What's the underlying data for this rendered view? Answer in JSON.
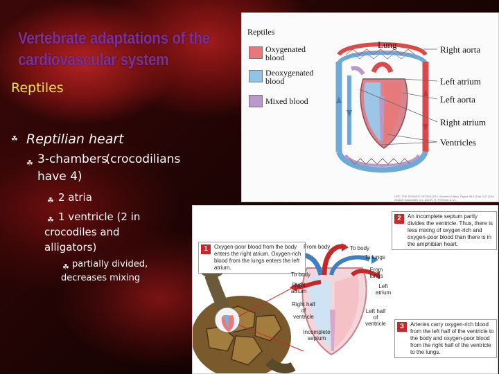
{
  "slide": {
    "title_lines": [
      "Vertebrate adaptations of the",
      "cardiovascular system"
    ],
    "section": "Reptiles",
    "bullets": [
      {
        "level": 1,
        "text": "Reptilian heart"
      },
      {
        "level": 2,
        "lines": [
          "3-chambers",
          "(crocodilians have 4)"
        ]
      },
      {
        "level": 3,
        "text": "2 atria"
      },
      {
        "level": 3,
        "lines": [
          "1 ventricle (2 in",
          "crocodiles and",
          "alligators)"
        ]
      },
      {
        "level": 4,
        "lines": [
          "partially divided,",
          "decreases mixing"
        ]
      }
    ],
    "colors": {
      "title": "#7a2f9a",
      "section": "#f2e24a",
      "bullet_text": "#ffffff"
    }
  },
  "figure_top": {
    "legend_title": "Reptiles",
    "legend": [
      {
        "label_lines": [
          "Oxygenated",
          "blood"
        ],
        "color": "#e8797a"
      },
      {
        "label_lines": [
          "Deoxygenated",
          "blood"
        ],
        "color": "#8fc4e6"
      },
      {
        "label_lines": [
          "Mixed blood"
        ],
        "color": "#b79ac9"
      }
    ],
    "labels": {
      "lung": "Lung",
      "right_aorta": "Right aorta",
      "left_atrium": "Left atrium",
      "left_aorta": "Left aorta",
      "right_atrium": "Right atrium",
      "ventricles": "Ventricles"
    },
    "credit": "LIFE: THE SCIENCE OF BIOLOGY, Seventh Edition, Figure 49.5 (Part 3) © 2004 Sinauer Associates, Inc. and W. H. Freeman & Co."
  },
  "figure_bottom": {
    "callouts": [
      {
        "num": "1",
        "text": "Oxygen-poor blood from the body enters the right atrium. Oxygen-rich blood from the lungs enters the left atrium."
      },
      {
        "num": "2",
        "text": "An incomplete septum partly divides the ventricle. Thus, there is less mixing of oxygen-rich and oxygen-poor blood than there is in the amphibian heart."
      },
      {
        "num": "3",
        "text": "Arteries carry oxygen-rich blood from the left half of the ventricle to the body and oxygen-poor blood from the right half of the ventricle to the lungs."
      }
    ],
    "labels": {
      "from_body": "From body",
      "to_body_top": "To body",
      "to_lungs": "To lungs",
      "from_lungs": "From lungs",
      "to_body": "To body",
      "right_atrium": "Right atrium",
      "left_atrium": "Left atrium",
      "right_half": "Right half of ventricle",
      "left_half": "Left half of ventricle",
      "incomplete_septum": "Incomplete septum"
    }
  }
}
